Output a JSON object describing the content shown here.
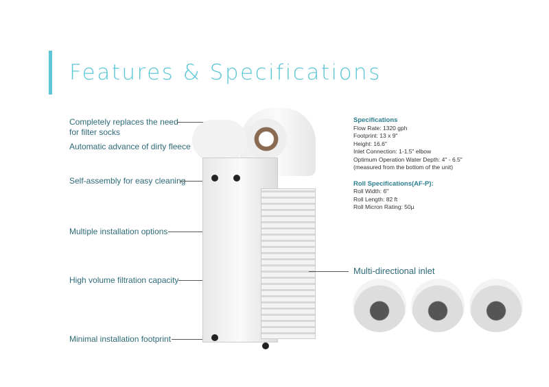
{
  "title": "Features & Specifications",
  "features": [
    "Completely replaces the need for filter socks",
    "Automatic advance of dirty fleece",
    "Self-assembly for easy cleaning",
    "Multiple installation options",
    "High volume filtration capacity",
    "Minimal installation footprint"
  ],
  "feature_lines": [
    "Completely replaces the need",
    "for filter socks"
  ],
  "specs": {
    "heading": "Specifications",
    "items": [
      "Flow Rate: 1320 gph",
      "Footprint: 13 x 9\"",
      "Height: 16.6\"",
      "Inlet Connection: 1-1.5\" elbow",
      "Optimum Operation Water Depth: 4\" - 6.5\"",
      "(measured from the bottom of the unit)"
    ]
  },
  "roll_specs": {
    "heading": "Roll Specifications(AF-P):",
    "items": [
      "Roll Width: 6\"",
      "Roll Length: 82 ft",
      "Roll Micron Rating: 50µ"
    ]
  },
  "inlet": {
    "label": "Multi-directional inlet"
  },
  "colors": {
    "accent": "#5cc6d6",
    "heading": "#2b7f8f",
    "feature_text": "#2e6a78"
  }
}
